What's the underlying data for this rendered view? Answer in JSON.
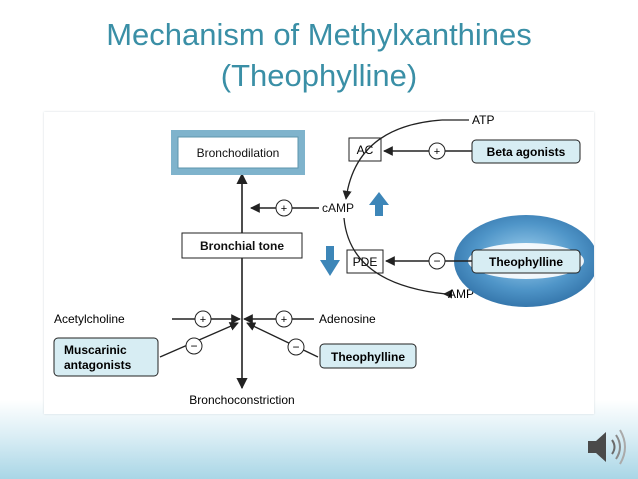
{
  "slide": {
    "title_line1": "Mechanism of Methylxanthines",
    "title_line2": "(Theophylline)"
  },
  "diagram": {
    "bronchodilation": "Bronchodilation",
    "bronchial_tone": "Bronchial tone",
    "bronchoconstriction": "Bronchoconstriction",
    "ac": "AC",
    "camp": "cAMP",
    "pde": "PDE",
    "atp": "ATP",
    "amp": "AMP",
    "beta_agonists": "Beta agonists",
    "theophylline_pde": "Theophylline",
    "acetylcholine": "Acetylcholine",
    "adenosine": "Adenosine",
    "muscarinic_line1": "Muscarinic",
    "muscarinic_line2": "antagonists",
    "theophylline_adenosine": "Theophylline",
    "plus": "+",
    "minus": "−"
  },
  "icons": {
    "up_arrow": "up-arrow-icon",
    "down_arrow": "down-arrow-icon",
    "speaker": "speaker-icon"
  },
  "colors": {
    "title": "#3a8fa6",
    "box_fill": "#d7edf3",
    "arrow_blue": "#3d86b8",
    "ring": "#3f86bd"
  }
}
